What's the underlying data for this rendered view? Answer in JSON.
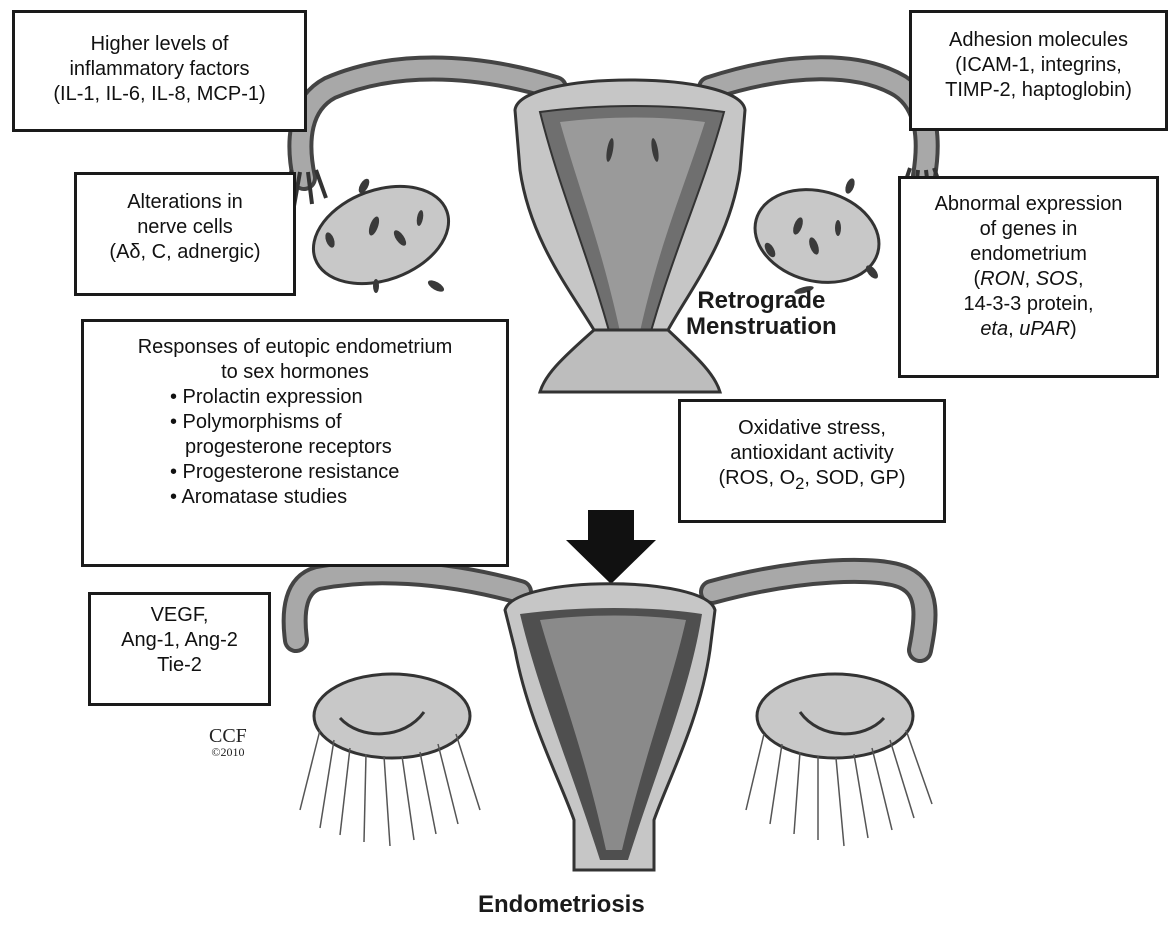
{
  "boxes": {
    "inflammatory": {
      "lines": [
        "Higher levels of",
        "inflammatory factors",
        "(IL-1, IL-6, IL-8, MCP-1)"
      ]
    },
    "adhesion": {
      "lines": [
        "Adhesion molecules",
        "(ICAM-1, integrins,",
        "TIMP-2, haptoglobin)"
      ]
    },
    "nerve": {
      "lines": [
        "Alterations in",
        "nerve cells",
        "(Aδ,  C, adnergic)"
      ]
    },
    "genes": {
      "line1": "Abnormal expression",
      "line2": "of genes in",
      "line3": "endometrium",
      "line4_open": "(",
      "line4_ron": "RON",
      "line4_sep": ", ",
      "line4_sos": "SOS",
      "line4_end": ",",
      "line5": "14-3-3 protein,",
      "line6_eta": "eta",
      "line6_sep": ", ",
      "line6_upar": "uPAR",
      "line6_close": ")"
    },
    "responses": {
      "title1": "Responses of eutopic endometrium",
      "title2": "to sex hormones",
      "bullets": [
        "• Prolactin expression",
        "• Polymorphisms of",
        "progesterone receptors",
        "• Progesterone resistance",
        "• Aromatase studies"
      ]
    },
    "oxidative": {
      "line1": "Oxidative stress,",
      "line2": "antioxidant activity",
      "line3_a": "(ROS, O",
      "line3_sub": "2",
      "line3_b": ", SOD, GP)"
    },
    "vegf": {
      "lines": [
        "VEGF,",
        "Ang-1, Ang-2",
        "Tie-2"
      ]
    }
  },
  "labels": {
    "retrograde_1": "Retrograde",
    "retrograde_2": "Menstruation",
    "endometriosis": "Endometriosis"
  },
  "credit": {
    "main": "CCF",
    "year": "©2010"
  }
}
